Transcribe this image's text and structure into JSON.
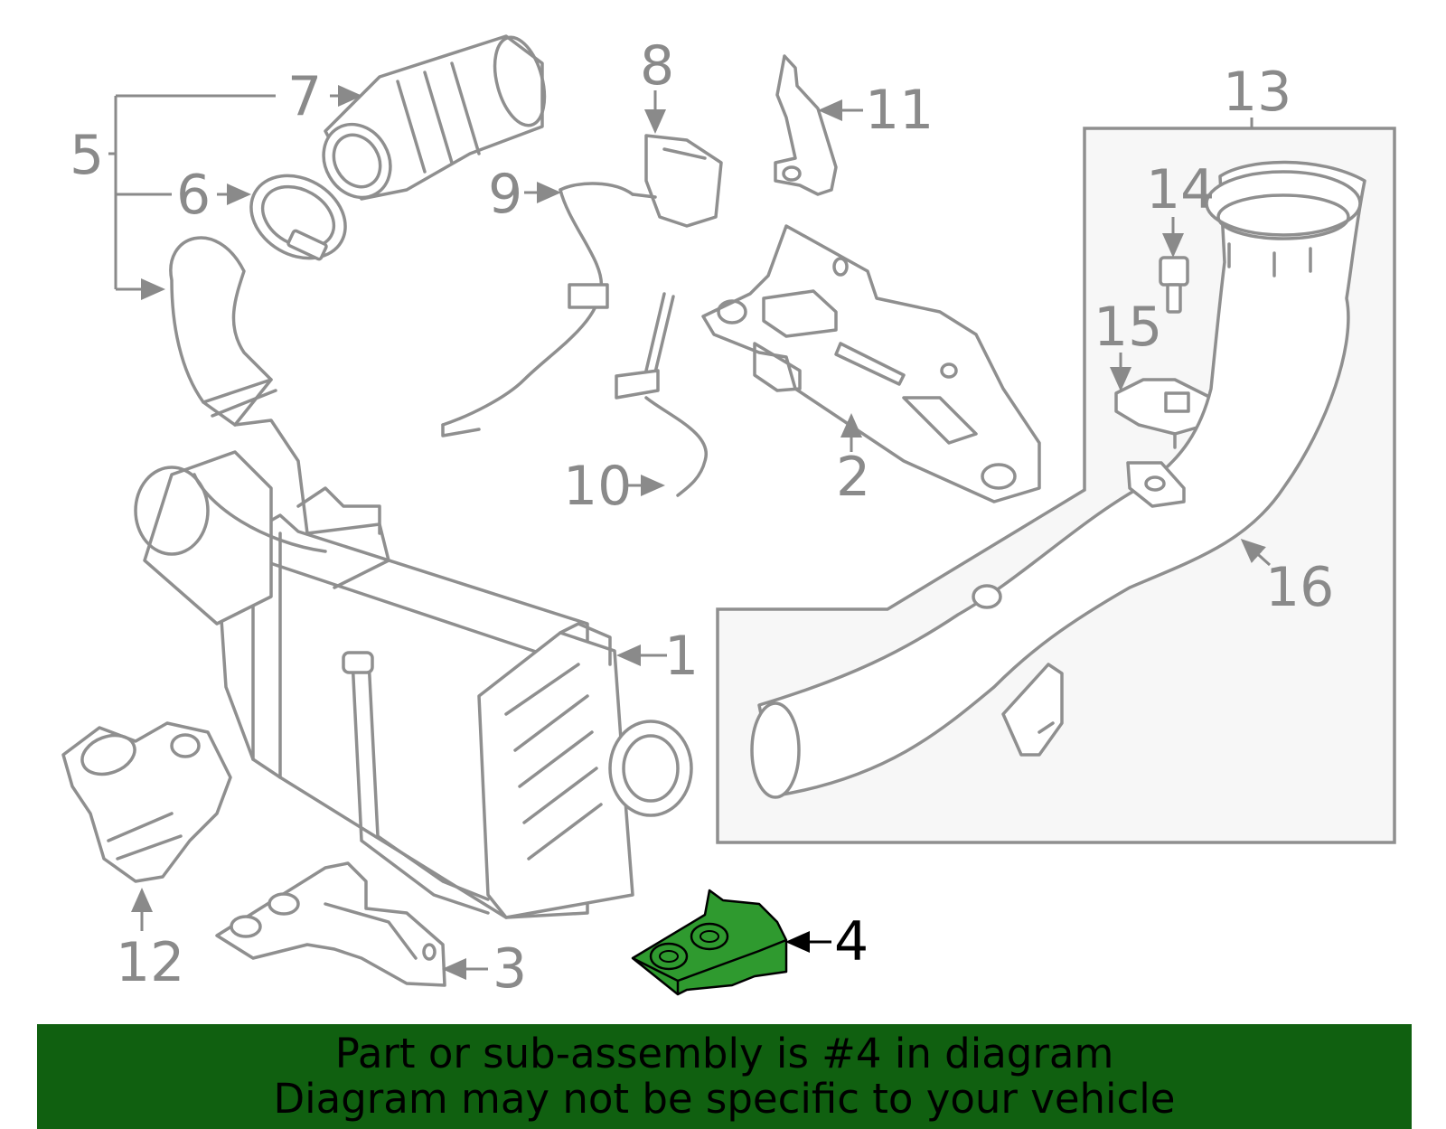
{
  "callouts": {
    "c1": "1",
    "c2": "2",
    "c3": "3",
    "c4": "4",
    "c5": "5",
    "c6": "6",
    "c7": "7",
    "c8": "8",
    "c9": "9",
    "c10": "10",
    "c11": "11",
    "c12": "12",
    "c13": "13",
    "c14": "14",
    "c15": "15",
    "c16": "16"
  },
  "highlight": {
    "part": "4",
    "color": "#2f9a2f"
  },
  "banner": {
    "line1": "Part or sub-assembly is #4 in diagram",
    "line2": "Diagram may not be specific to your vehicle",
    "background": "#106010"
  }
}
